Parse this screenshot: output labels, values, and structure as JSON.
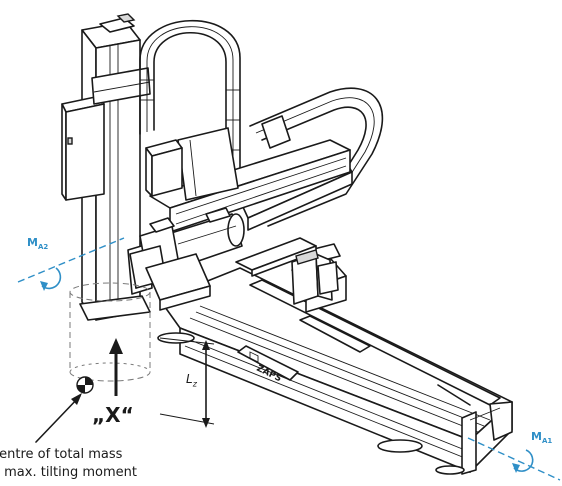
{
  "labels": {
    "caption_line1": "centre of total mass",
    "caption_line2": "e max. tilting moment",
    "x_marker": "„X“",
    "lz_main": "L",
    "lz_sub": "z",
    "ma1_main": "M",
    "ma1_sub": "A1",
    "ma2_main": "M",
    "ma2_sub": "A2",
    "brand_plate": "ZAPS"
  },
  "colors": {
    "line": "#1a1a1a",
    "accent": "#2f8fc7",
    "dash": "#7a7a7a",
    "background": "#ffffff"
  },
  "icons": {
    "moment_a1": "rotation-arrow-icon",
    "moment_a2": "rotation-arrow-icon",
    "center_of_mass": "center-of-mass-icon"
  }
}
